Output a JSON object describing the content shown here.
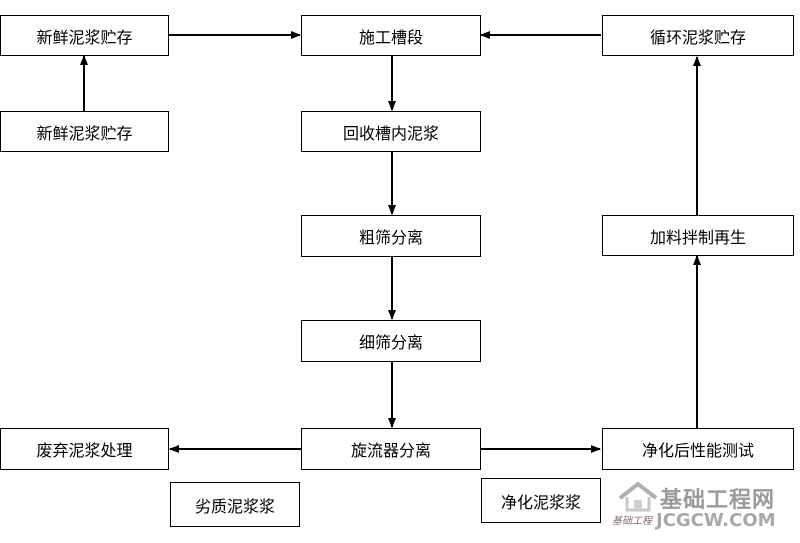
{
  "nodes": {
    "fresh_storage_top": "新鲜泥浆贮存",
    "fresh_storage_bottom": "新鲜泥浆贮存",
    "construction_section": "施工槽段",
    "recycle_storage": "循环泥浆贮存",
    "recover_slurry": "回收槽内泥浆",
    "coarse_screen": "粗筛分离",
    "fine_screen": "细筛分离",
    "cyclone": "旋流器分离",
    "waste_treatment": "废弃泥浆处理",
    "performance_test": "净化后性能测试",
    "additive_regen": "加料拌制再生"
  },
  "labels": {
    "inferior_slurry": "劣质泥浆浆",
    "purified_slurry": "净化泥浆浆"
  },
  "watermark": {
    "title": "基础工程网",
    "url": "JCGCW.COM",
    "small": "基础工程"
  }
}
